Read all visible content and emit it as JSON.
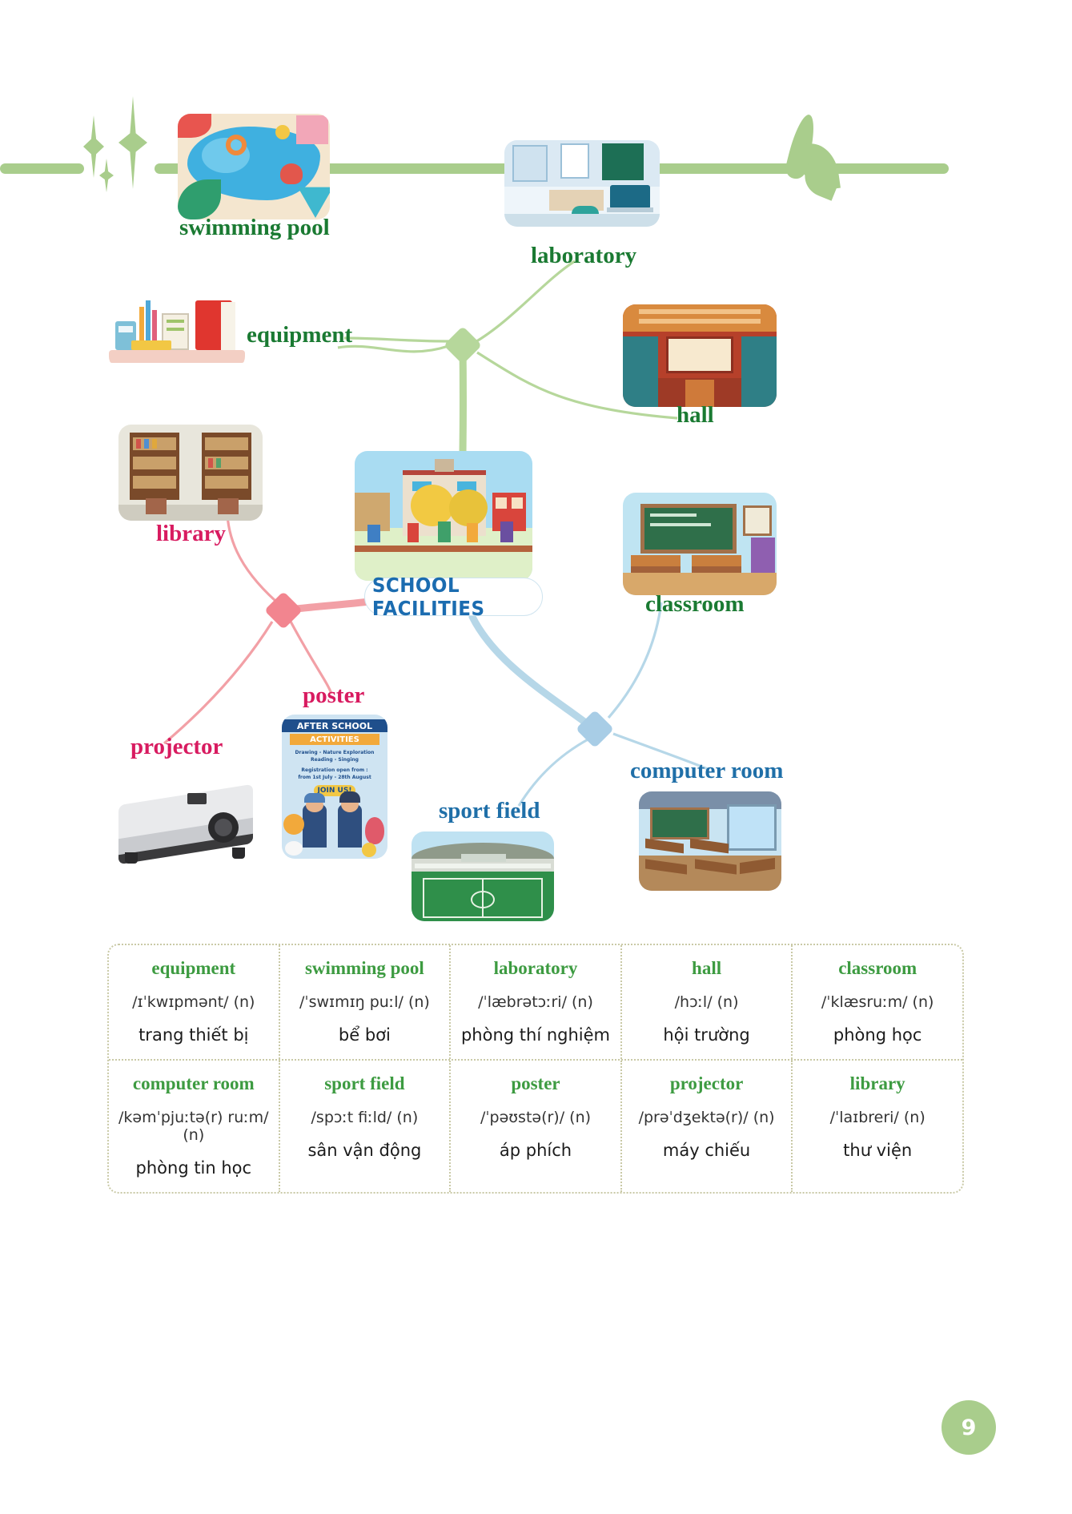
{
  "page": {
    "number": "9"
  },
  "mindmap": {
    "center_label": "SCHOOL FACILITIES",
    "nodes": [
      {
        "label": "swimming pool",
        "color": "#1a7a32"
      },
      {
        "label": "laboratory",
        "color": "#1a7a32"
      },
      {
        "label": "equipment",
        "color": "#1a7a32"
      },
      {
        "label": "hall",
        "color": "#1a7a32"
      },
      {
        "label": "library",
        "color": "#d81b60"
      },
      {
        "label": "classroom",
        "color": "#1a7a32"
      },
      {
        "label": "poster",
        "color": "#d81b60"
      },
      {
        "label": "projector",
        "color": "#d81b60"
      },
      {
        "label": "sport field",
        "color": "#1f6fa8"
      },
      {
        "label": "computer room",
        "color": "#1f6fa8"
      }
    ],
    "poster_art": {
      "line1": "AFTER SCHOOL",
      "line2": "ACTIVITIES",
      "line3": "Drawing - Nature Exploration",
      "line4": "Reading - Singing",
      "line5": "Registration open from :",
      "line6": "from 1st July - 28th August",
      "cta": "JOIN US!"
    }
  },
  "vocabulary": {
    "rows": [
      [
        {
          "word": "equipment",
          "ipa": "/ɪˈkwɪpmənt/ (n)",
          "vi": "trang thiết bị"
        },
        {
          "word": "swimming pool",
          "ipa": "/ˈswɪmɪŋ puːl/ (n)",
          "vi": "bể bơi"
        },
        {
          "word": "laboratory",
          "ipa": "/ˈlæbrətɔːri/ (n)",
          "vi": "phòng thí nghiệm"
        },
        {
          "word": "hall",
          "ipa": "/hɔːl/ (n)",
          "vi": "hội trường"
        },
        {
          "word": "classroom",
          "ipa": "/ˈklæsruːm/ (n)",
          "vi": "phòng học"
        }
      ],
      [
        {
          "word": "computer room",
          "ipa": "/kəmˈpjuːtə(r) ruːm/ (n)",
          "vi": "phòng tin học"
        },
        {
          "word": "sport field",
          "ipa": "/spɔːt fiːld/ (n)",
          "vi": "sân vận động"
        },
        {
          "word": "poster",
          "ipa": "/ˈpəʊstə(r)/ (n)",
          "vi": "áp phích"
        },
        {
          "word": "projector",
          "ipa": "/prəˈdʒektə(r)/ (n)",
          "vi": "máy chiếu"
        },
        {
          "word": "library",
          "ipa": "/ˈlaɪbreri/ (n)",
          "vi": "thư viện"
        }
      ]
    ]
  },
  "colors": {
    "header_green": "#a9cd8c",
    "word_green": "#3d9b41",
    "label_green": "#1a7a32",
    "label_pink": "#d81b60",
    "label_blue": "#1f6fa8",
    "center_blue": "#1b6cb0",
    "dotted_border": "#c9c9a6"
  }
}
